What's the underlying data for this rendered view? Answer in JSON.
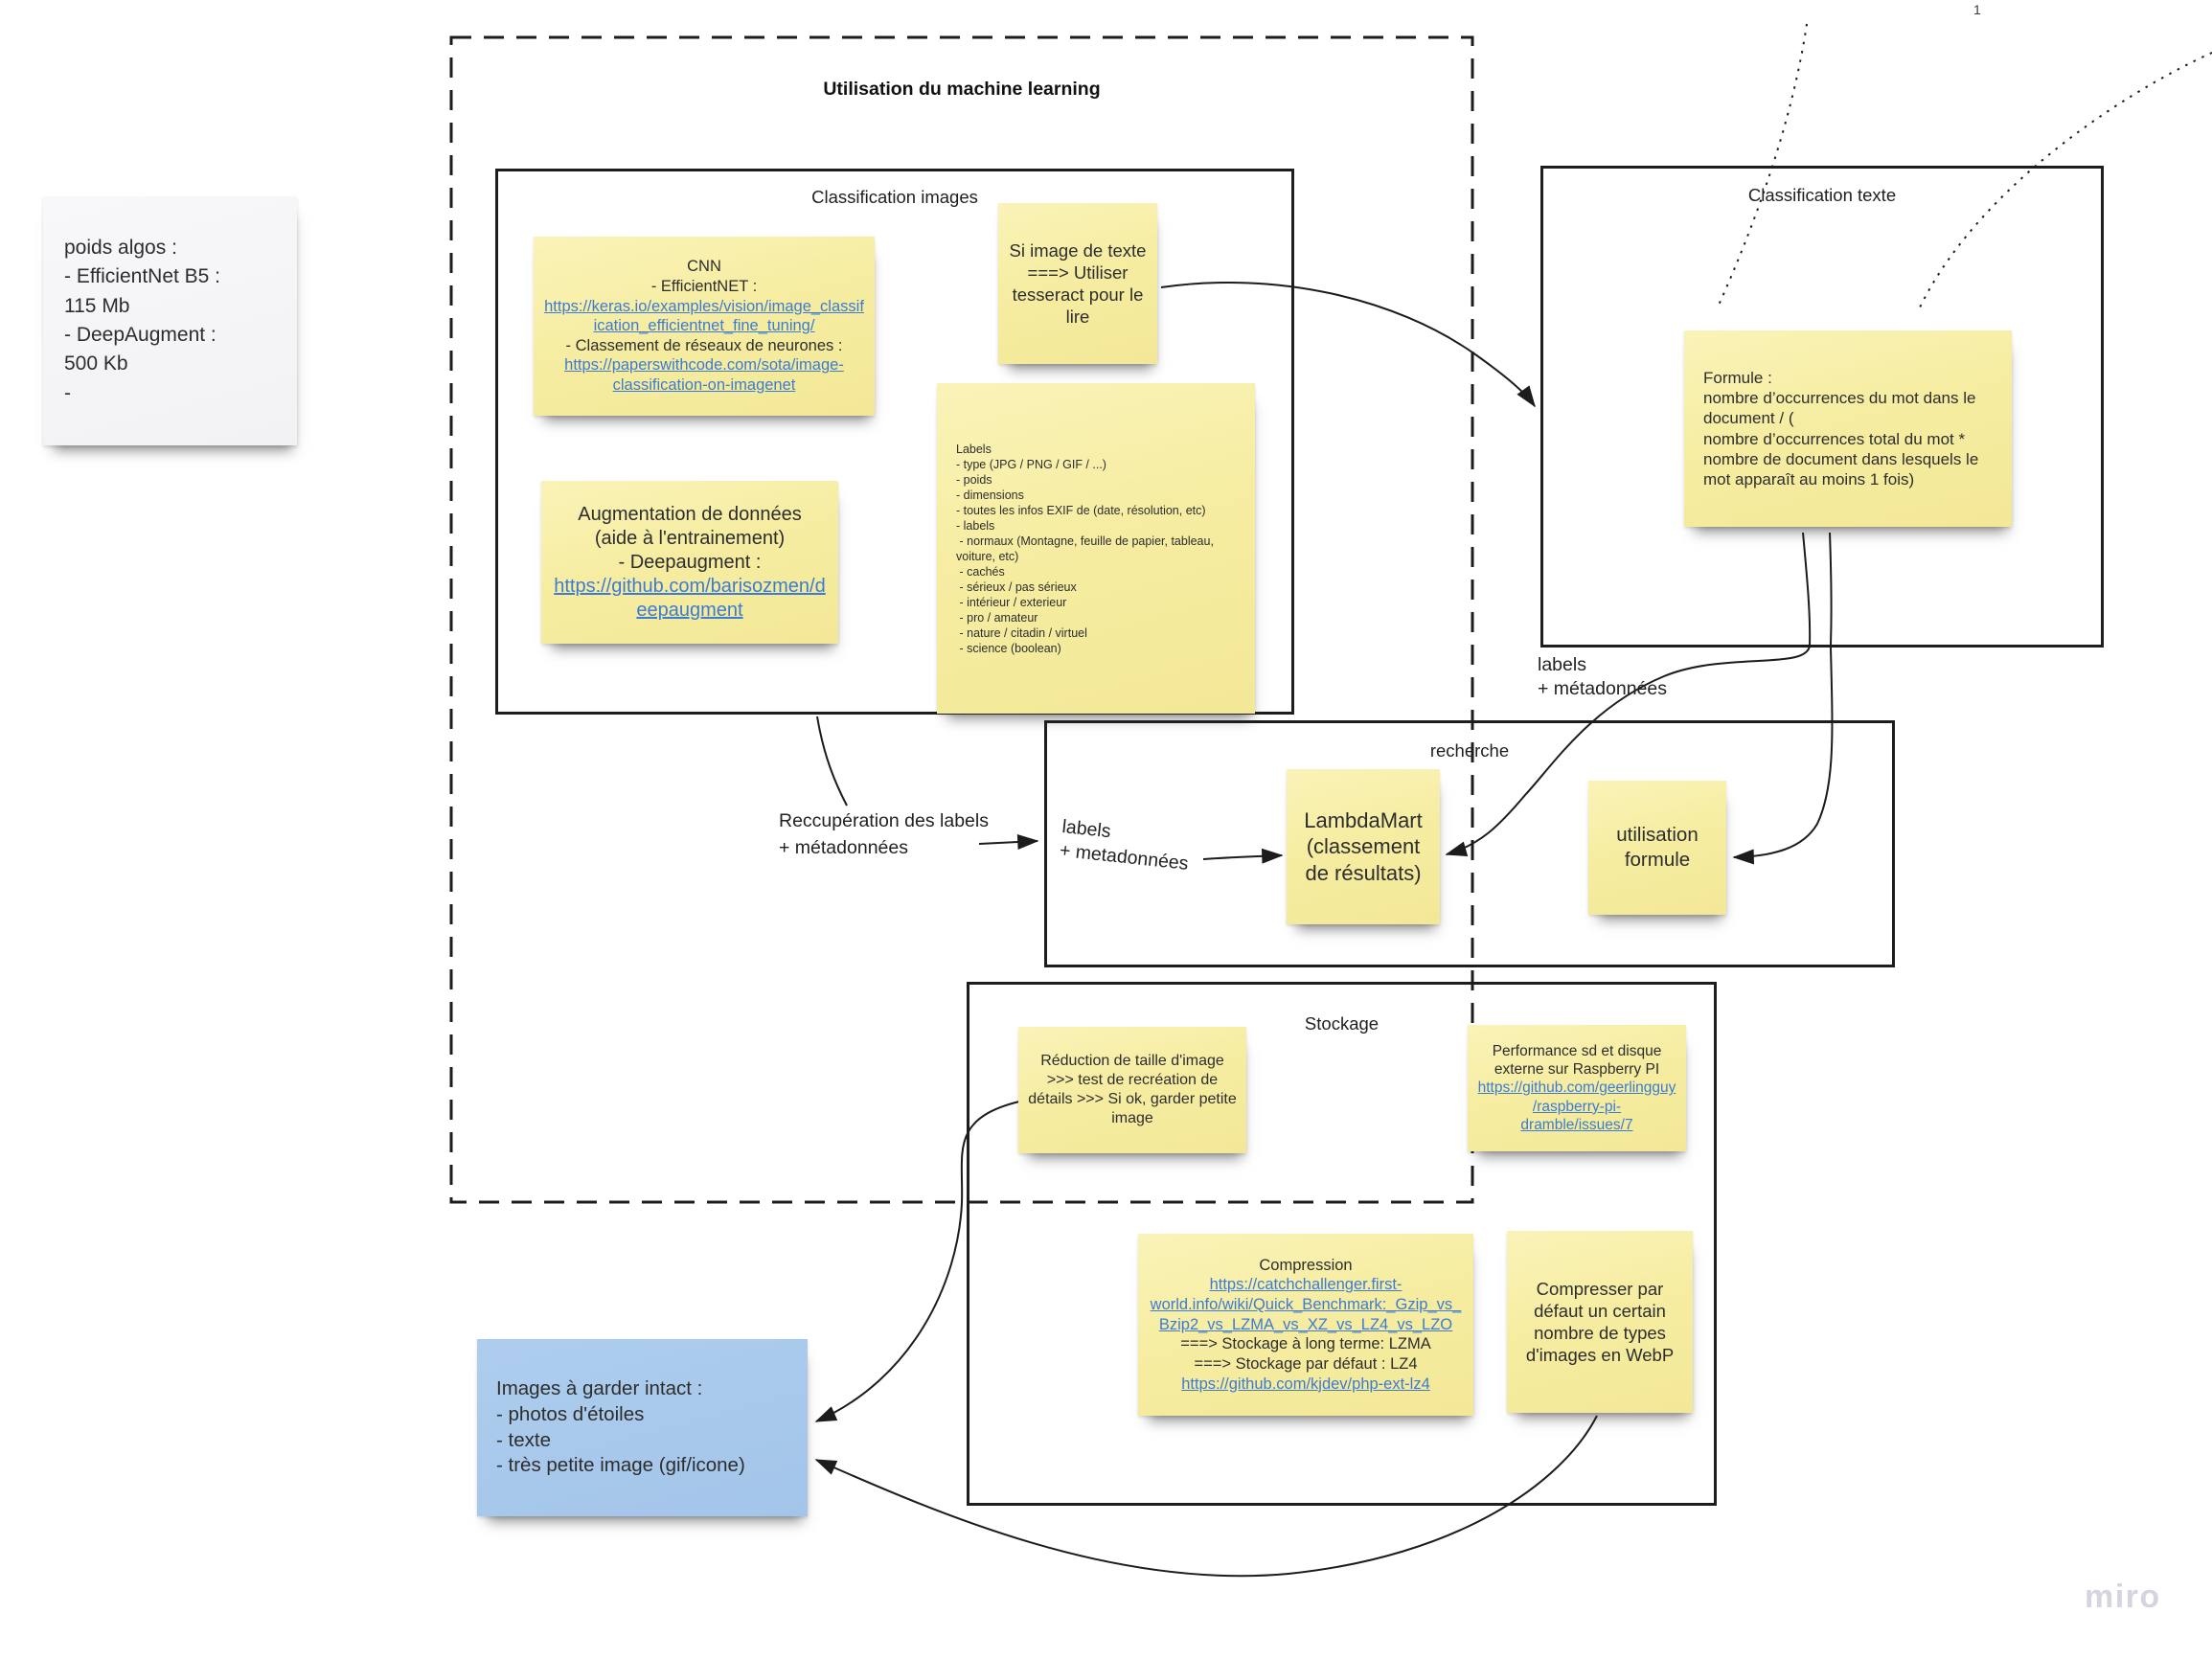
{
  "frames": {
    "ml": {
      "title": "Utilisation du machine learning"
    },
    "classification_images": {
      "title": "Classification images"
    },
    "classification_texte": {
      "title": "Classification texte"
    },
    "recherche": {
      "title": "recherche"
    },
    "stockage": {
      "title": "Stockage"
    }
  },
  "notes": {
    "poids": {
      "text": "poids algos :\n- EfficientNet B5 :\n115 Mb\n- DeepAugment :\n500 Kb\n-"
    },
    "cnn": {
      "lines": [
        {
          "t": "CNN"
        },
        {
          "t": "- EfficientNET :"
        },
        {
          "t": "https://keras.io/examples/vision/image_classification_efficientnet_fine_tuning/",
          "link": true
        },
        {
          "t": "- Classement de réseaux de neurones :"
        },
        {
          "t": "https://paperswithcode.com/sota/image-classification-on-imagenet",
          "link": true
        }
      ]
    },
    "tesseract": {
      "lines": [
        {
          "t": "Si image de texte"
        },
        {
          "t": "===> Utiliser tesseract pour le lire"
        }
      ]
    },
    "labels_images": {
      "lines": [
        {
          "t": "Labels"
        },
        {
          "t": "- type (JPG / PNG / GIF / ...)"
        },
        {
          "t": "- poids"
        },
        {
          "t": "- dimensions"
        },
        {
          "t": "- toutes les infos EXIF de (date, résolution, etc)"
        },
        {
          "t": "- labels"
        },
        {
          "t": " - normaux (Montagne, feuille de papier, tableau, voiture, etc)"
        },
        {
          "t": " - cachés"
        },
        {
          "t": " - sérieux / pas sérieux"
        },
        {
          "t": " - intérieur / exterieur"
        },
        {
          "t": " - pro / amateur"
        },
        {
          "t": " - nature / citadin / virtuel"
        },
        {
          "t": " - science (boolean)"
        }
      ]
    },
    "augmentation": {
      "lines": [
        {
          "t": "Augmentation de données"
        },
        {
          "t": "(aide à l'entrainement)"
        },
        {
          "t": "- Deepaugment :"
        },
        {
          "t": "https://github.com/barisozmen/deepaugment",
          "link": true
        }
      ]
    },
    "formule": {
      "lines": [
        {
          "t": "Formule :"
        },
        {
          "t": "nombre d’occurrences du mot dans le document / ("
        },
        {
          "t": "nombre d’occurrences total du mot *"
        },
        {
          "t": "nombre de document dans lesquels le mot apparaît au moins 1 fois)"
        }
      ]
    },
    "lambdamart": {
      "lines": [
        {
          "t": "LambdaMart (classement de résultats)"
        }
      ]
    },
    "utilisation_formule": {
      "lines": [
        {
          "t": "utilisation formule"
        }
      ]
    },
    "reduction": {
      "lines": [
        {
          "t": "Réduction de taille d'image >>> test de recréation de détails >>> Si ok, garder petite image"
        }
      ]
    },
    "performance": {
      "lines": [
        {
          "t": "Performance sd et disque externe sur Raspberry PI"
        },
        {
          "t": "https://github.com/geerlingguy/raspberry-pi-dramble/issues/7",
          "link": true
        }
      ]
    },
    "compression": {
      "lines": [
        {
          "t": "Compression"
        },
        {
          "t": "https://catchchallenger.first-world.info/wiki/Quick_Benchmark:_Gzip_vs_Bzip2_vs_LZMA_vs_XZ_vs_LZ4_vs_LZO",
          "link": true
        },
        {
          "t": "===> Stockage à long terme: LZMA"
        },
        {
          "t": "===> Stockage par défaut : LZ4"
        },
        {
          "t": "https://github.com/kjdev/php-ext-lz4",
          "link": true
        }
      ]
    },
    "webp": {
      "lines": [
        {
          "t": "Compresser par défaut un certain nombre de types d'images en WebP"
        }
      ]
    },
    "intact": {
      "text": "Images à garder intact :\n- photos d'étoiles\n- texte\n- très petite image (gif/icone)"
    }
  },
  "labels": {
    "labels_meta_right": "labels\n+ métadonnées",
    "recuperation": "Reccupération des labels\n+ métadonnées",
    "labels_meta_mid": "labels\n+ metadonnées"
  },
  "watermark": "miro",
  "stray_mark": "1",
  "colors": {
    "sticky_yellow": "#F6EDA2",
    "sticky_blue": "#A6C7EB",
    "sticky_white": "#F4F4F6",
    "link_blue": "#3C7BD4",
    "connector": "#1C1C1C",
    "frame_border": "#1D1D1D",
    "watermark": "#D5D4DF"
  }
}
